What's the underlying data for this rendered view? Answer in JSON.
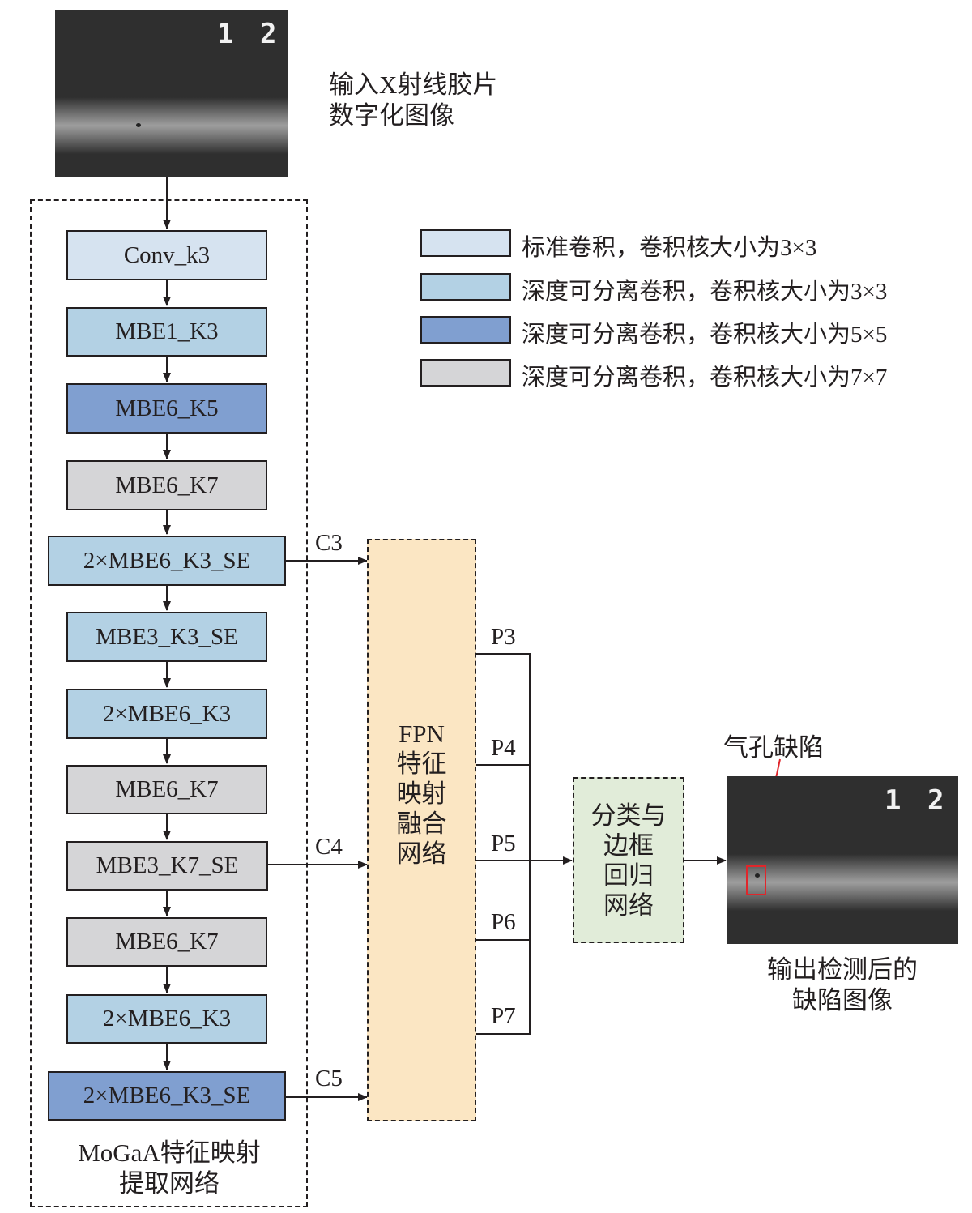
{
  "input_caption": [
    "输入X射线胶片",
    "数字化图像"
  ],
  "output_caption": [
    "输出检测后的",
    "缺陷图像"
  ],
  "image_plate_text": "1 2",
  "defect_label": "气孔缺陷",
  "backbone_caption": [
    "MoGaA特征映射",
    "提取网络"
  ],
  "fpn_label": [
    "FPN",
    "特征",
    "映射",
    "融合",
    "网络"
  ],
  "head_label": [
    "分类与",
    "边框",
    "回归",
    "网络"
  ],
  "colors": {
    "standard_3x3": "#d6e3f0",
    "depthwise_3x3": "#b3d1e4",
    "depthwise_5x5": "#809fd0",
    "depthwise_7x7": "#d5d5d7",
    "fpn": "#fbe6c3",
    "head": "#e1ecd9",
    "defect_box": "#e0262b"
  },
  "legend": [
    {
      "label": "标准卷积，卷积核大小为3×3",
      "color": "standard_3x3"
    },
    {
      "label": "深度可分离卷积，卷积核大小为3×3",
      "color": "depthwise_3x3"
    },
    {
      "label": "深度可分离卷积，卷积核大小为5×5",
      "color": "depthwise_5x5"
    },
    {
      "label": "深度可分离卷积，卷积核大小为7×7",
      "color": "depthwise_7x7"
    }
  ],
  "blocks": [
    {
      "label": "Conv_k3",
      "color": "standard_3x3"
    },
    {
      "label": "MBE1_K3",
      "color": "depthwise_3x3"
    },
    {
      "label": "MBE6_K5",
      "color": "depthwise_5x5"
    },
    {
      "label": "MBE6_K7",
      "color": "depthwise_7x7"
    },
    {
      "label": "2×MBE6_K3_SE",
      "color": "depthwise_3x3"
    },
    {
      "label": "MBE3_K3_SE",
      "color": "depthwise_3x3"
    },
    {
      "label": "2×MBE6_K3",
      "color": "depthwise_3x3"
    },
    {
      "label": "MBE6_K7",
      "color": "depthwise_7x7"
    },
    {
      "label": "MBE3_K7_SE",
      "color": "depthwise_7x7"
    },
    {
      "label": "MBE6_K7",
      "color": "depthwise_7x7"
    },
    {
      "label": "2×MBE6_K3",
      "color": "depthwise_3x3"
    },
    {
      "label": "2×MBE6_K3_SE",
      "color": "depthwise_5x5"
    }
  ],
  "backbone_outputs": [
    "C3",
    "C4",
    "C5"
  ],
  "pyramid_levels": [
    "P3",
    "P4",
    "P5",
    "P6",
    "P7"
  ]
}
